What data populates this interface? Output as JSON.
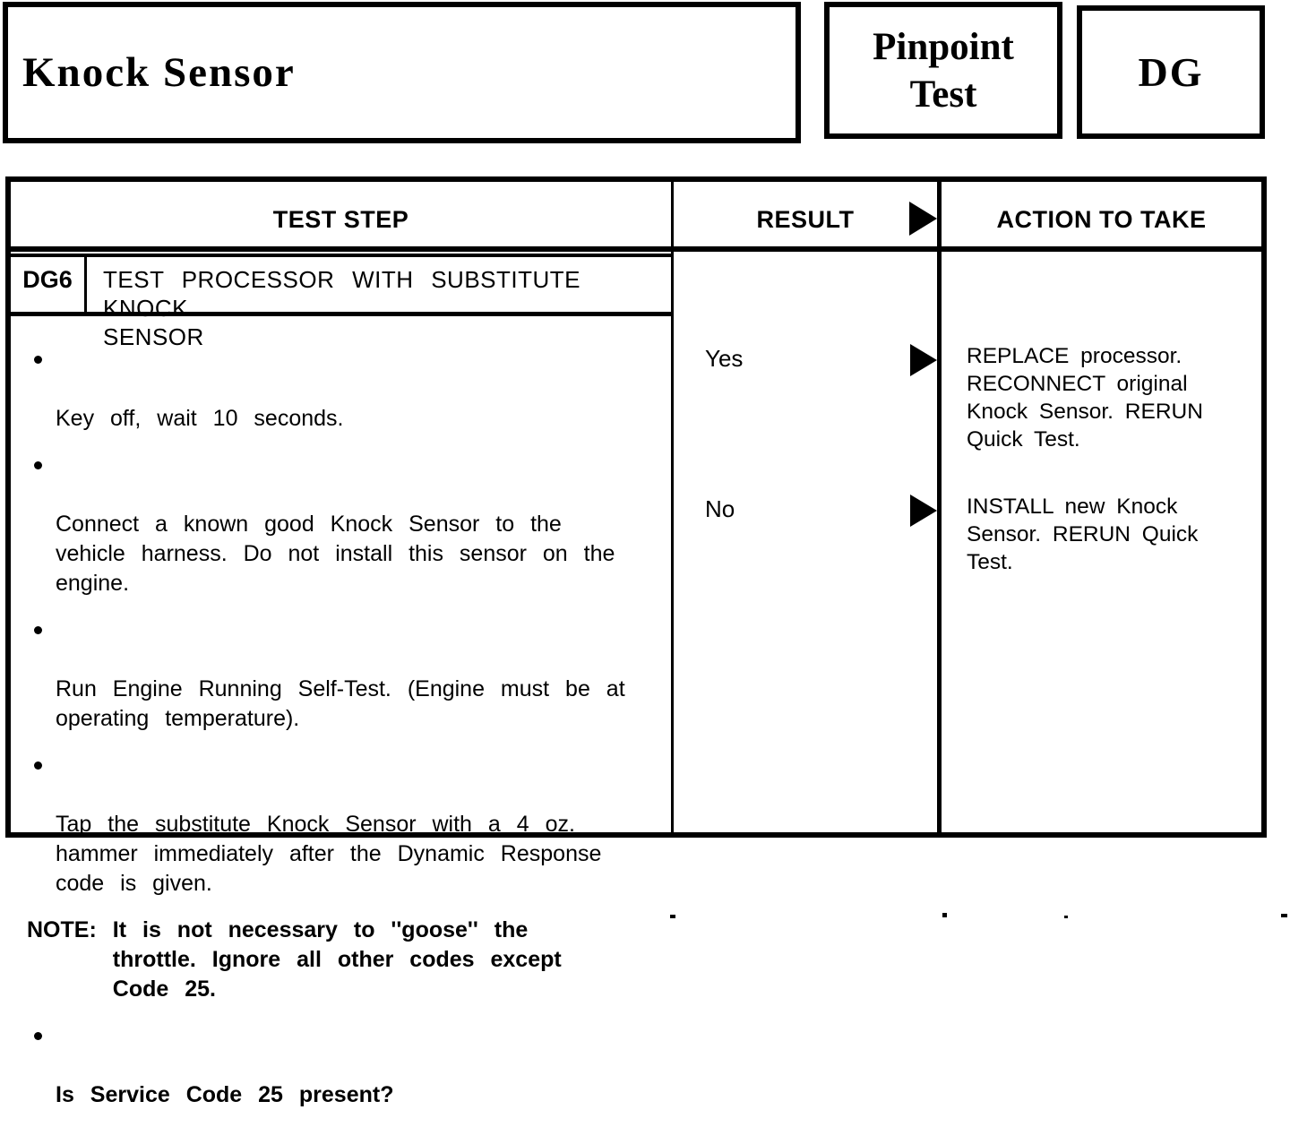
{
  "page": {
    "title": "Knock Sensor",
    "stamp": {
      "line1": "Pinpoint",
      "line2": "Test"
    },
    "code": "DG"
  },
  "table": {
    "headers": {
      "test_step": "TEST STEP",
      "result": "RESULT",
      "action": "ACTION TO TAKE"
    },
    "step": {
      "id": "DG6",
      "title": "TEST PROCESSOR WITH SUBSTITUTE KNOCK\nSENSOR"
    },
    "bullets": [
      "Key off, wait 10 seconds.",
      "Connect a known good Knock Sensor to the\nvehicle harness. Do not install this sensor on the\nengine.",
      "Run Engine Running Self-Test. (Engine must be at\noperating temperature).",
      "Tap the substitute Knock Sensor with a 4 oz.\nhammer immediately after the Dynamic Response\ncode is given."
    ],
    "note": {
      "label": "NOTE:",
      "text": "It is not necessary to ''goose'' the\nthrottle. Ignore all other codes except\nCode 25."
    },
    "question": "Is Service Code 25 present?",
    "outcomes": [
      {
        "result": "Yes",
        "action": "REPLACE processor.\nRECONNECT original\nKnock Sensor. RERUN\nQuick Test."
      },
      {
        "result": "No",
        "action": "INSTALL new Knock\nSensor. RERUN Quick\nTest."
      }
    ]
  },
  "colors": {
    "ink": "#000000",
    "paper": "#ffffff"
  }
}
